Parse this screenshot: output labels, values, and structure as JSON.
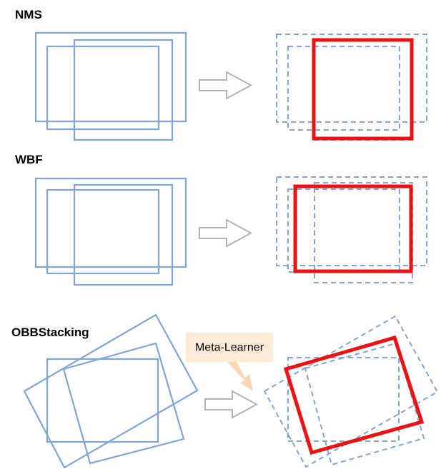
{
  "colors": {
    "input_box": "#7ea6dc",
    "output_box": "#ee1111",
    "arrow": "#b3b3b3",
    "callout_fill": "#fdebd8",
    "callout_arrow": "#fbd8b4"
  },
  "sections": [
    {
      "id": "nms",
      "label": "NMS"
    },
    {
      "id": "wbf",
      "label": "WBF"
    },
    {
      "id": "obbstacking",
      "label": "OBBStacking"
    }
  ],
  "callout": {
    "text": "Meta-Learner"
  },
  "icons": {
    "transform_arrow": "right-block-arrow-icon",
    "callout_pointer": "diagonal-arrow-icon"
  }
}
